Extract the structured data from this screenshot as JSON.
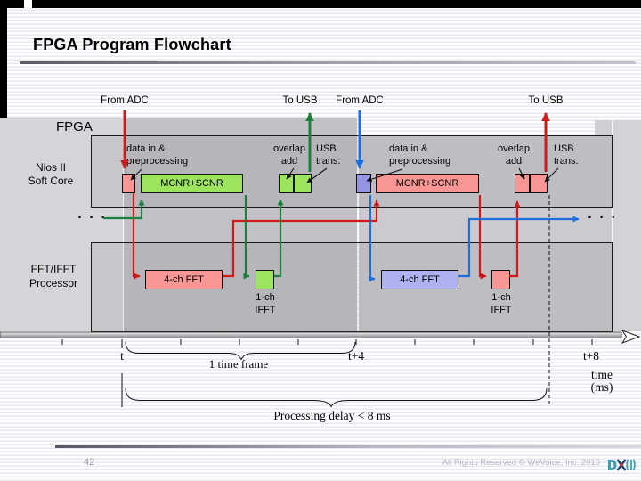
{
  "title": "FPGA Program Flowchart",
  "diagram": {
    "fpga_label": "FPGA",
    "nios_label": "Nios II\nSoft Core",
    "fft_label": "FFT/IFFT\nProcessor",
    "dots_left": "· · ·",
    "dots_right": "· · ·",
    "frames": [
      {
        "from_adc": "From ADC",
        "to_usb": "To USB",
        "data_in": "data in &\npreprocessing",
        "overlap": "overlap\nadd",
        "usb_trans": "USB\ntrans.",
        "mcnr": "MCNR+SCNR",
        "fft": "4-ch FFT",
        "ifft": "1-ch\nIFFT"
      },
      {
        "from_adc": "From ADC",
        "to_usb": "To USB",
        "data_in": "data in &\npreprocessing",
        "overlap": "overlap\nadd",
        "usb_trans": "USB\ntrans.",
        "mcnr": "MCNR+SCNR",
        "fft": "4-ch FFT",
        "ifft": "1-ch\nIFFT"
      }
    ]
  },
  "timeline": {
    "t": "t",
    "t4": "t+4",
    "t8": "t+8",
    "unit": "time (ms)",
    "frame_brace": "1 time frame",
    "delay_brace": "Processing delay < 8 ms"
  },
  "footer": {
    "page": "42",
    "rights": "All Rights Reserved © WeVoice, Inc. 2010"
  },
  "colors": {
    "frame1_signal": "#cf1a1a",
    "frame2_signal": "#1e6ede",
    "prev_frame_signal": "#1e7e3e",
    "box_pink": "#f89595",
    "box_green": "#9ce45e",
    "box_blue": "#9595e4",
    "box_blue_light": "#aeb2f0",
    "stripe": "#e8e8f2"
  }
}
